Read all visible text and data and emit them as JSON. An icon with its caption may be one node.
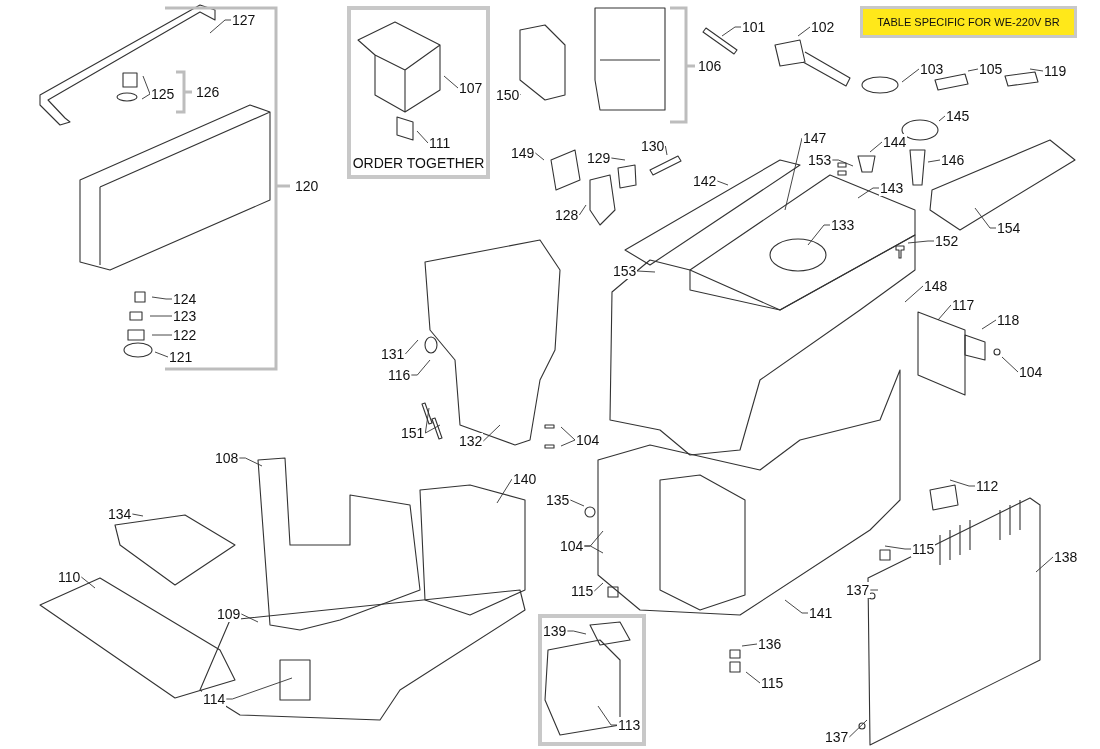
{
  "diagram": {
    "nodes": [
      {
        "text": [
          "TABLE SPECIFIC FOR WE-220V BR"
        ]
      },
      {
        "text": [
          "ORDER TOGETHER"
        ]
      },
      {
        "text": [
          "107"
        ],
        "in": 1
      },
      {
        "text": [
          "111"
        ],
        "in": 1
      },
      {
        "text": [],
        "shape": "box"
      },
      {
        "text": [
          "139"
        ],
        "in": 4
      },
      {
        "text": [
          "113"
        ],
        "in": 4
      },
      {
        "text": [
          "127"
        ]
      },
      {
        "text": [
          "125"
        ]
      },
      {
        "text": [
          "124"
        ]
      },
      {
        "text": [
          "123"
        ]
      },
      {
        "text": [
          "122"
        ]
      },
      {
        "text": [
          "121"
        ]
      },
      {
        "text": [
          "150"
        ]
      },
      {
        "text": [
          "149"
        ]
      },
      {
        "text": [
          "101"
        ]
      },
      {
        "text": [
          "102"
        ]
      },
      {
        "text": [
          "103"
        ]
      },
      {
        "text": [
          "105"
        ]
      },
      {
        "text": [
          "119"
        ]
      },
      {
        "text": [
          "145"
        ]
      },
      {
        "text": [
          "144"
        ]
      },
      {
        "text": [
          "146"
        ]
      },
      {
        "text": [
          "153"
        ]
      },
      {
        "text": [
          "147"
        ]
      },
      {
        "text": [
          "130"
        ]
      },
      {
        "text": [
          "129"
        ]
      },
      {
        "text": [
          "142"
        ]
      },
      {
        "text": [
          "143"
        ]
      },
      {
        "text": [
          "128"
        ]
      },
      {
        "text": [
          "133"
        ]
      },
      {
        "text": [
          "154"
        ]
      },
      {
        "text": [
          "152"
        ]
      },
      {
        "text": [
          "153"
        ]
      },
      {
        "text": [
          "148"
        ]
      },
      {
        "text": [
          "117"
        ]
      },
      {
        "text": [
          "118"
        ]
      },
      {
        "text": [
          "104"
        ]
      },
      {
        "text": [
          "131"
        ]
      },
      {
        "text": [
          "116"
        ]
      },
      {
        "text": [
          "151"
        ]
      },
      {
        "text": [
          "132"
        ]
      },
      {
        "text": [
          "104"
        ]
      },
      {
        "text": [
          "108"
        ]
      },
      {
        "text": [
          "140"
        ]
      },
      {
        "text": [
          "135"
        ]
      },
      {
        "text": [
          "112"
        ]
      },
      {
        "text": [
          "134"
        ]
      },
      {
        "text": [
          "104"
        ]
      },
      {
        "text": [
          "115"
        ]
      },
      {
        "text": [
          "110"
        ]
      },
      {
        "text": [
          "137"
        ]
      },
      {
        "text": [
          "141"
        ]
      },
      {
        "text": [
          "138"
        ]
      },
      {
        "text": [
          "115"
        ]
      },
      {
        "text": [
          "109"
        ]
      },
      {
        "text": [
          "136"
        ]
      },
      {
        "text": [
          "115"
        ]
      },
      {
        "text": [
          "114"
        ]
      },
      {
        "text": [
          "137"
        ]
      },
      {
        "text": [
          "126"
        ]
      },
      {
        "text": [
          "106"
        ]
      },
      {
        "text": [
          "120"
        ]
      }
    ],
    "edges": [
      {
        "from": 2,
        "to": null,
        "arrow": "none"
      },
      {
        "from": 3,
        "to": null,
        "arrow": "none"
      },
      {
        "from": 5,
        "to": null,
        "arrow": "none"
      },
      {
        "from": 6,
        "to": null,
        "arrow": "none"
      },
      {
        "from": 7,
        "to": null,
        "arrow": "none"
      },
      {
        "from": 8,
        "to": null,
        "arrow": "none"
      },
      {
        "from": 8,
        "to": null,
        "arrow": "none"
      },
      {
        "from": 9,
        "to": null,
        "arrow": "none"
      },
      {
        "from": 10,
        "to": null,
        "arrow": "none"
      },
      {
        "from": 11,
        "to": null,
        "arrow": "none"
      },
      {
        "from": 12,
        "to": null,
        "arrow": "none"
      },
      {
        "from": 13,
        "to": null,
        "arrow": "none"
      },
      {
        "from": 14,
        "to": null,
        "arrow": "none"
      },
      {
        "from": 15,
        "to": null,
        "arrow": "none"
      },
      {
        "from": 16,
        "to": null,
        "arrow": "none"
      },
      {
        "from": 17,
        "to": null,
        "arrow": "none"
      },
      {
        "from": 18,
        "to": null,
        "arrow": "none"
      },
      {
        "from": 19,
        "to": null,
        "arrow": "none"
      },
      {
        "from": 20,
        "to": null,
        "arrow": "none"
      },
      {
        "from": 21,
        "to": null,
        "arrow": "none"
      },
      {
        "from": 22,
        "to": null,
        "arrow": "none"
      },
      {
        "from": 23,
        "to": null,
        "arrow": "none"
      },
      {
        "from": 24,
        "to": null,
        "arrow": "none"
      },
      {
        "from": 25,
        "to": null,
        "arrow": "none"
      },
      {
        "from": 26,
        "to": null,
        "arrow": "none"
      },
      {
        "from": 27,
        "to": null,
        "arrow": "none"
      },
      {
        "from": 28,
        "to": null,
        "arrow": "none"
      },
      {
        "from": 29,
        "to": null,
        "arrow": "none"
      },
      {
        "from": 30,
        "to": null,
        "arrow": "none"
      },
      {
        "from": 31,
        "to": null,
        "arrow": "none"
      },
      {
        "from": 32,
        "to": null,
        "arrow": "none"
      },
      {
        "from": 33,
        "to": null,
        "arrow": "none"
      },
      {
        "from": 34,
        "to": null,
        "arrow": "none"
      },
      {
        "from": 35,
        "to": null,
        "arrow": "none"
      },
      {
        "from": 36,
        "to": null,
        "arrow": "none"
      },
      {
        "from": 37,
        "to": null,
        "arrow": "none"
      },
      {
        "from": 38,
        "to": null,
        "arrow": "none"
      },
      {
        "from": 39,
        "to": null,
        "arrow": "none"
      },
      {
        "from": 40,
        "to": null,
        "arrow": "none"
      },
      {
        "from": 40,
        "to": null,
        "arrow": "none"
      },
      {
        "from": 41,
        "to": null,
        "arrow": "none"
      },
      {
        "from": 42,
        "to": null,
        "arrow": "none"
      },
      {
        "from": 42,
        "to": null,
        "arrow": "none"
      },
      {
        "from": 43,
        "to": null,
        "arrow": "none"
      },
      {
        "from": 44,
        "to": null,
        "arrow": "none"
      },
      {
        "from": 45,
        "to": null,
        "arrow": "none"
      },
      {
        "from": 46,
        "to": null,
        "arrow": "none"
      },
      {
        "from": 47,
        "to": null,
        "arrow": "none"
      },
      {
        "from": 48,
        "to": null,
        "arrow": "none"
      },
      {
        "from": 48,
        "to": null,
        "arrow": "none"
      },
      {
        "from": 49,
        "to": null,
        "arrow": "none"
      },
      {
        "from": 50,
        "to": null,
        "arrow": "none"
      },
      {
        "from": 51,
        "to": null,
        "arrow": "none"
      },
      {
        "from": 52,
        "to": null,
        "arrow": "none"
      },
      {
        "from": 53,
        "to": null,
        "arrow": "none"
      },
      {
        "from": 54,
        "to": null,
        "arrow": "none"
      },
      {
        "from": 55,
        "to": null,
        "arrow": "none"
      },
      {
        "from": 56,
        "to": null,
        "arrow": "none"
      },
      {
        "from": 57,
        "to": null,
        "arrow": "none"
      },
      {
        "from": 58,
        "to": null,
        "arrow": "none"
      },
      {
        "from": 59,
        "to": null,
        "arrow": "none"
      }
    ]
  }
}
